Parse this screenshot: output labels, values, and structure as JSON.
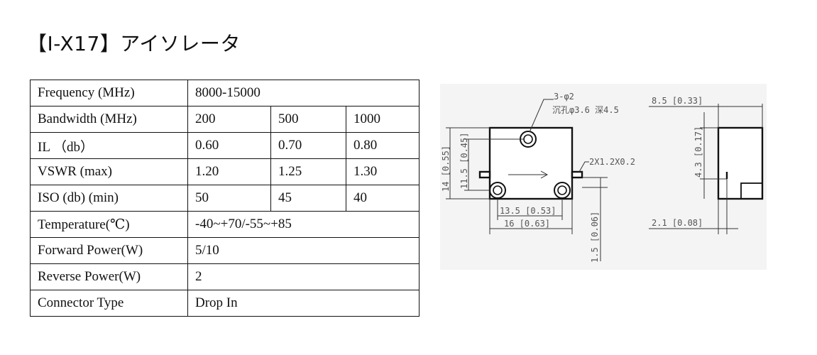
{
  "title": "【I-X17】アイソレータ",
  "spec_table": {
    "frequency": {
      "label": "Frequency (MHz)",
      "value": "8000-15000"
    },
    "bandwidth": {
      "label": "Bandwidth (MHz)",
      "values": [
        "200",
        "500",
        "1000"
      ]
    },
    "il": {
      "label": "IL （db）",
      "values": [
        "0.60",
        "0.70",
        "0.80"
      ]
    },
    "vswr": {
      "label": "VSWR (max)",
      "values": [
        "1.20",
        "1.25",
        "1.30"
      ]
    },
    "iso": {
      "label": "ISO (db) (min)",
      "values": [
        "50",
        "45",
        "40"
      ]
    },
    "temperature": {
      "label": "Temperature(℃)",
      "value": "-40~+70/-55~+85"
    },
    "forward_power": {
      "label": "Forward Power(W)",
      "value": "5/10"
    },
    "reverse_power": {
      "label": "Reverse Power(W)",
      "value": "2"
    },
    "connector_type": {
      "label": "Connector Type",
      "value": "Drop In"
    }
  },
  "drawing": {
    "hole_note_1": "3-φ2",
    "hole_note_2": "沉孔φ3.6 深4.5",
    "tab_note": "2X1.2X0.2",
    "dim_width_inner": "13.5 [0.53]",
    "dim_width": "16 [0.63]",
    "dim_height": "14 [0.55]",
    "dim_height_inner": "11.5 [0.45]",
    "dim_tab_offset": "1.5 [0.06]",
    "dim_depth": "8.5 [0.33]",
    "dim_side_height": "4.3 [0.17]",
    "dim_side_offset": "2.1 [0.08]"
  }
}
